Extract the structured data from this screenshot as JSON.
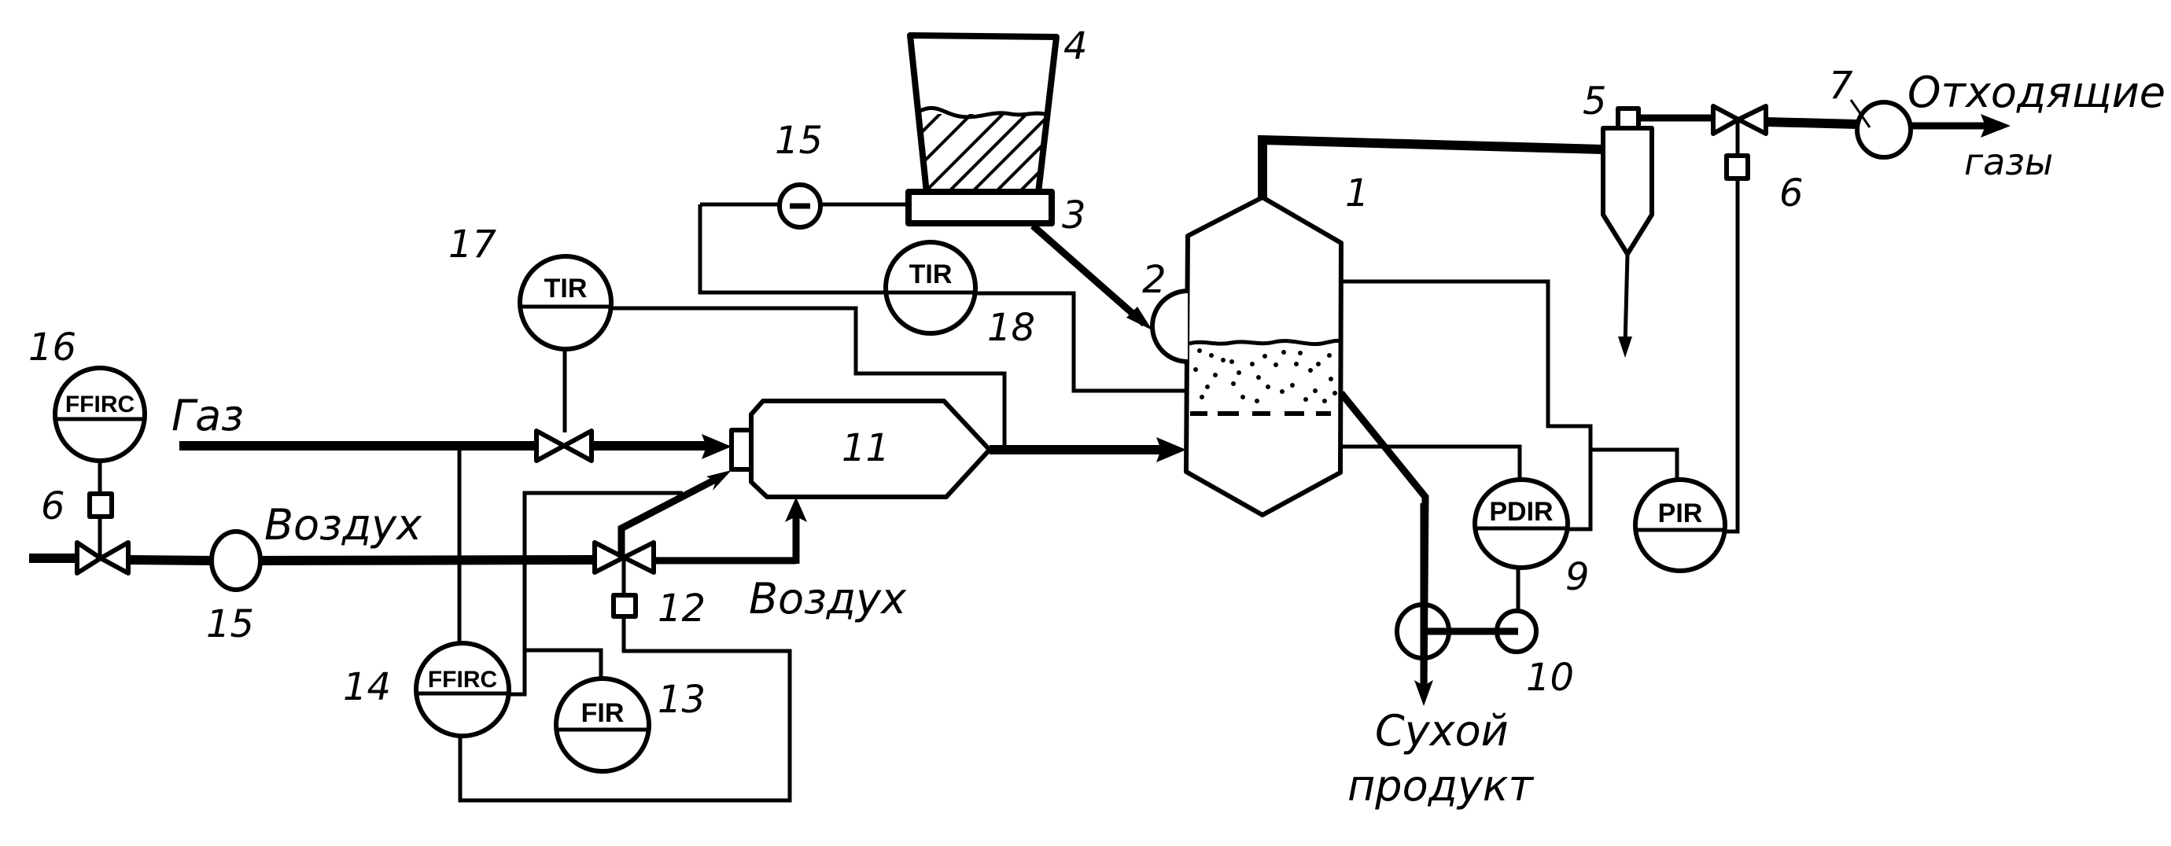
{
  "diagram": {
    "title": "Fluidized-bed drying unit — process & instrumentation scheme",
    "equipment": [
      {
        "id": "1",
        "label": "1",
        "name": "fluidized-bed dryer"
      },
      {
        "id": "2",
        "label": "2",
        "name": "feeder"
      },
      {
        "id": "3",
        "label": "3",
        "name": "belt feeder"
      },
      {
        "id": "4",
        "label": "4",
        "name": "hopper"
      },
      {
        "id": "5",
        "label": "5",
        "name": "cyclone"
      },
      {
        "id": "6a",
        "label": "6",
        "name": "control valve (exhaust)"
      },
      {
        "id": "6b",
        "label": "6",
        "name": "control valve (air)"
      },
      {
        "id": "7",
        "label": "7",
        "name": "exhaust fan"
      },
      {
        "id": "9",
        "label": "9",
        "name": "differential pressure instrument"
      },
      {
        "id": "10",
        "label": "10",
        "name": "discharge gate"
      },
      {
        "id": "11",
        "label": "11",
        "name": "furnace / burner"
      },
      {
        "id": "12",
        "label": "12",
        "name": "air control valve"
      },
      {
        "id": "13",
        "label": "13",
        "name": "flow instrument"
      },
      {
        "id": "14",
        "label": "14",
        "name": "ratio flow controller"
      },
      {
        "id": "15a",
        "label": "15",
        "name": "feeder drive motor"
      },
      {
        "id": "15b",
        "label": "15",
        "name": "air blower"
      },
      {
        "id": "16",
        "label": "16",
        "name": "ratio flow controller"
      },
      {
        "id": "17",
        "label": "17",
        "name": "temperature instrument"
      },
      {
        "id": "18",
        "label": "18",
        "name": "temperature instrument"
      }
    ],
    "instruments": {
      "tir_17": "TIR",
      "tir_18": "TIR",
      "ffirc_16": "FFIRC",
      "ffirc_14": "FFIRC",
      "fir_13": "FIR",
      "pdir_9": "PDIR",
      "pir": "PIR"
    },
    "streams": {
      "gas": "Газ",
      "air_main": "Воздух",
      "air_secondary": "Воздух",
      "exhaust_line1": "Отходящие",
      "exhaust_line2": "газы",
      "product_line1": "Сухой",
      "product_line2": "продукт"
    }
  }
}
